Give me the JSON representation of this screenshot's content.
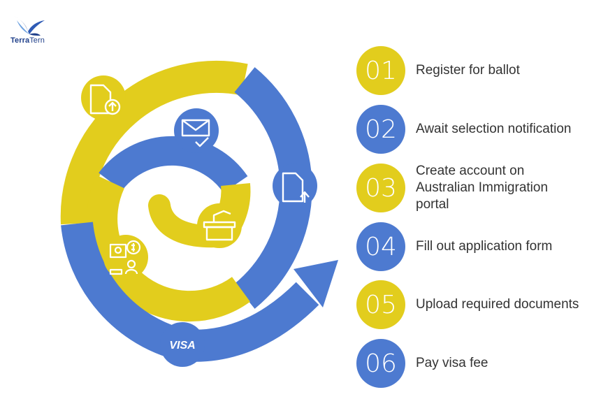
{
  "brand": {
    "name_bold": "Terra",
    "name_regular": "Tern",
    "color_primary": "#1f3f8a"
  },
  "colors": {
    "yellow": "#e2cd1d",
    "blue": "#4d7ad0",
    "text": "#333333"
  },
  "diagram": {
    "icons": [
      "document-upload-icon",
      "envelope-check-icon",
      "document-upload-icon",
      "ballot-box-icon",
      "payment-person-icon",
      "visa-card-icon"
    ],
    "visa_label": "VISA"
  },
  "steps": [
    {
      "number": "01",
      "label": "Register for ballot",
      "color": "yellow"
    },
    {
      "number": "02",
      "label": "Await selection notification",
      "color": "blue"
    },
    {
      "number": "03",
      "label": "Create account on Australian Immigration portal",
      "color": "yellow"
    },
    {
      "number": "04",
      "label": "Fill out application form",
      "color": "blue"
    },
    {
      "number": "05",
      "label": "Upload required documents",
      "color": "yellow"
    },
    {
      "number": "06",
      "label": "Pay visa fee",
      "color": "blue"
    }
  ]
}
